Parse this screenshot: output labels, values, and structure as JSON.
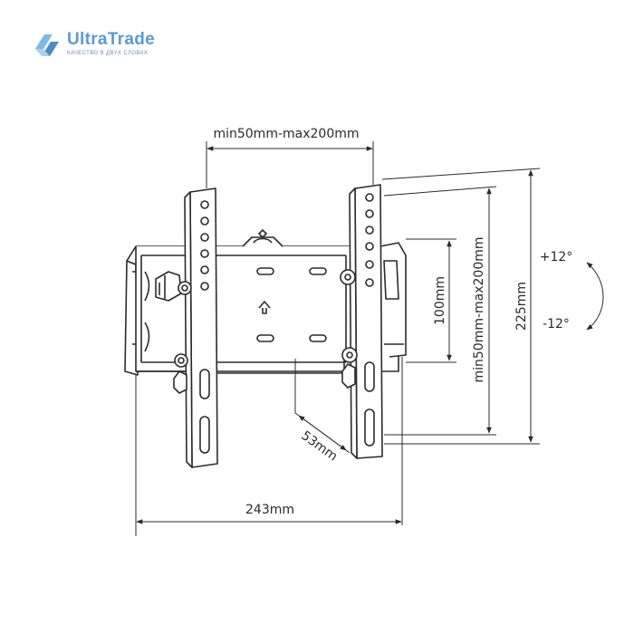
{
  "brand": {
    "name": "UltraTrade",
    "tagline": "КАЧЕСТВО В ДВУХ СЛОВАХ",
    "accent_color": "#5a9bd5",
    "logo_icon": "ultratrade-logo-icon"
  },
  "dimensions": {
    "horizontal_spacing": "min50mm-max200mm",
    "vertical_spacing": "min50mm-max200mm",
    "inner_height": "100mm",
    "overall_height": "225mm",
    "overall_width": "243mm",
    "depth": "53mm"
  },
  "tilt": {
    "up": "+12°",
    "down": "-12°"
  }
}
